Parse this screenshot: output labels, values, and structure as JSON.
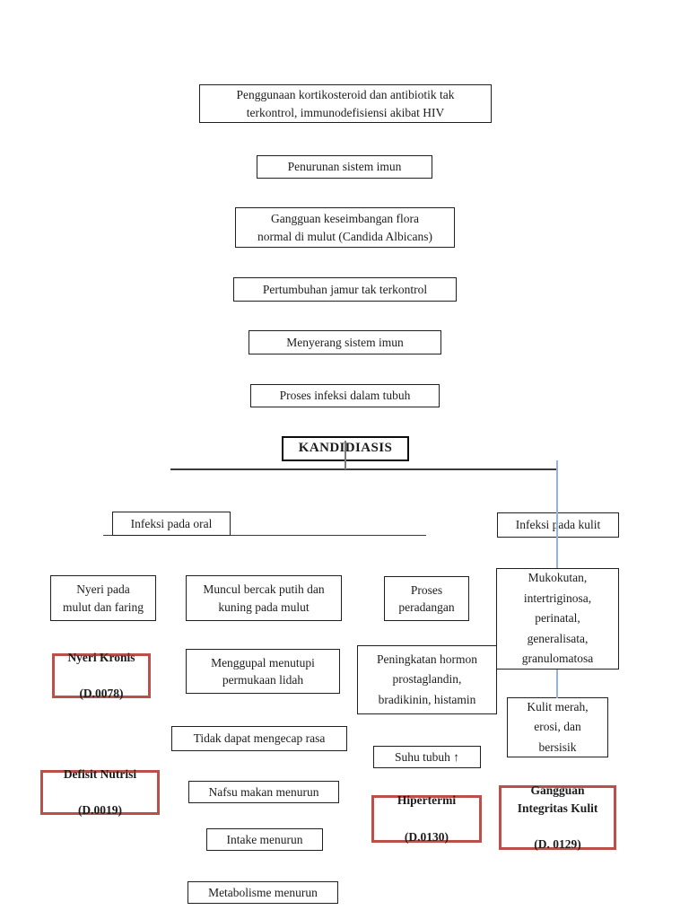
{
  "diagram": {
    "title": "KANDIDIASIS",
    "etiology_chain": [
      "Penggunaan kortikosteroid dan antibiotik tak\nterkontrol, immunodefisiensi akibat HIV",
      "Penurunan sistem imun",
      "Gangguan keseimbangan flora\nnormal di mulut (Candida Albicans)",
      "Pertumbuhan jamur tak terkontrol",
      "Menyerang sistem imun",
      "Proses infeksi dalam tubuh"
    ],
    "branches": {
      "oral": {
        "label": "Infeksi pada oral"
      },
      "skin": {
        "label": "Infeksi pada kulit"
      }
    },
    "oral_pathway": {
      "pain": "Nyeri pada\nmulut dan faring",
      "patches": "Muncul bercak putih dan\nkuning pada mulut",
      "coating": "Menggupal menutupi\npermukaan lidah",
      "taste_loss": "Tidak dapat mengecap rasa",
      "appetite": "Nafsu makan menurun",
      "intake": "Intake menurun",
      "metabolism": "Metabolisme menurun"
    },
    "inflammation_pathway": {
      "inflammation": "Proses\nperadangan",
      "hormones": "Peningkatan hormon\nprostaglandin,\nbradikinin, histamin",
      "temperature": "Suhu tubuh ↑"
    },
    "skin_pathway": {
      "types": "Mukokutan,\nintertriginosa,\nperinatal,\ngeneralisata,\ngranulomatosa",
      "symptoms": "Kulit merah,\nerosi, dan\nbersisik"
    },
    "diagnoses": {
      "chronic_pain": {
        "label": "Nyeri Kronis",
        "code": "(D.0078)"
      },
      "nutrition_deficit": {
        "label": "Defisit Nutrisi",
        "code": "(D.0019)"
      },
      "hyperthermia": {
        "label": "Hipertermi",
        "code": "(D.0130)"
      },
      "skin_integrity": {
        "label": "Gangguan\nIntegritas Kulit",
        "code": "(D. 0129)"
      }
    },
    "colors": {
      "diagnosis_border": "#bb4f49",
      "connector_blue": "#95b3d7",
      "box_border": "#1f1f1f"
    }
  }
}
